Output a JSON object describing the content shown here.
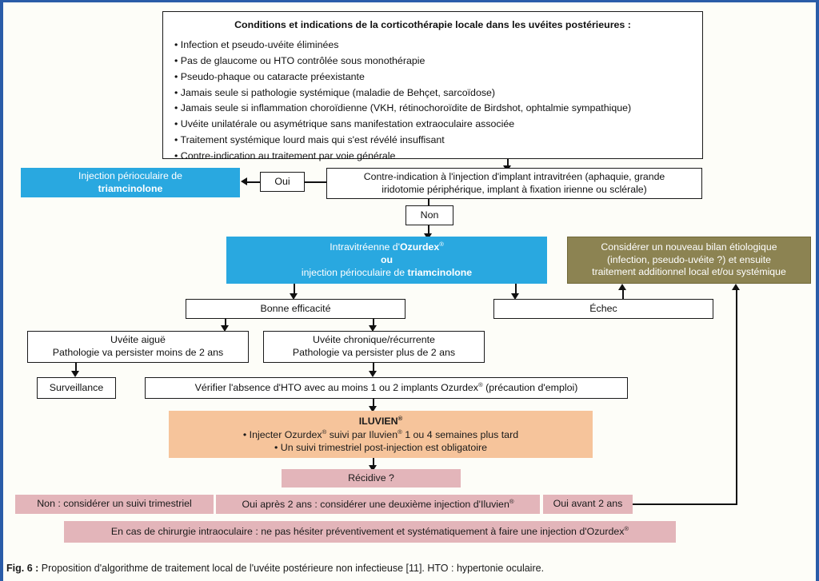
{
  "figure": {
    "number_label": "Fig. 6 :",
    "caption": "Proposition d'algorithme de traitement local de l'uvéite postérieure non infectieuse [11]. HTO : hypertonie oculaire."
  },
  "colors": {
    "blue": "#29a8e0",
    "khaki": "#8c8352",
    "peach": "#f6c49b",
    "pink": "#e3b5ba",
    "border": "#1a1a1a",
    "frame_blue": "#2a5ca8",
    "page_background": "#fdfdf8"
  },
  "conditions_box": {
    "title": "Conditions et indications de la corticothérapie locale dans les uvéites postérieures :",
    "bullets": [
      "• Infection et pseudo-uvéite éliminées",
      "• Pas de glaucome ou HTO contrôlée sous monothérapie",
      "• Pseudo-phaque ou cataracte préexistante",
      "• Jamais seule si pathologie systémique (maladie de Behçet, sarcoïdose)",
      "• Jamais seule si inflammation choroïdienne (VKH, rétinochoroïdite de Birdshot, ophtalmie sympathique)",
      "• Uvéite unilatérale ou asymétrique sans manifestation extraoculaire associée",
      "• Traitement systémique lourd mais qui s'est révélé insuffisant",
      "• Contre-indication au traitement par voie générale"
    ]
  },
  "nodes": {
    "periocular_injection": {
      "line1": "Injection périoculaire de",
      "line2": "triamcinolone"
    },
    "oui_decision": "Oui",
    "contraindication": {
      "line1": "Contre-indication à l'injection d'implant intravitréen (aphaquie, grande",
      "line2": "iridotomie périphérique, implant à fixation irienne ou sclérale)"
    },
    "non_decision": "Non",
    "ozurdex_box": {
      "line1_prefix": "Intravitréenne d'",
      "line1_bold": "Ozurdex",
      "line1_sup": "®",
      "line2": "ou",
      "line3_prefix": "injection périoculaire de ",
      "line3_bold": "triamcinolone"
    },
    "new_workup": {
      "line1": "Considérer un nouveau bilan étiologique",
      "line2": "(infection, pseudo-uvéite ?) et ensuite",
      "line3": "traitement additionnel local et/ou systémique"
    },
    "good_efficacy": "Bonne efficacité",
    "failure": "Échec",
    "acute_uveitis": {
      "line1": "Uvéite aiguë",
      "line2": "Pathologie va persister moins de 2 ans"
    },
    "chronic_uveitis": {
      "line1": "Uvéite chronique/récurrente",
      "line2": "Pathologie va persister plus de 2 ans"
    },
    "surveillance": "Surveillance",
    "verify_hto": {
      "prefix": "Vérifier l'absence d'HTO avec au moins 1 ou 2 implants Ozurdex",
      "sup": "®",
      "suffix": " (précaution d'emploi)"
    },
    "iluvien": {
      "title": "ILUVIEN",
      "title_sup": "®",
      "bullet1_a": "• Injecter Ozurdex",
      "bullet1_sup": "®",
      "bullet1_b": " suivi par Iluvien",
      "bullet1_sup2": "®",
      "bullet1_c": " 1 ou 4 semaines plus tard",
      "bullet2": "• Un suivi trimestriel post-injection est obligatoire"
    },
    "recurrence": "Récidive ?",
    "answer_no": "Non : considérer un suivi trimestriel",
    "answer_yes_after": {
      "text": "Oui après 2 ans :  considérer une deuxième injection d'Iluvien",
      "sup": "®"
    },
    "answer_yes_before": "Oui avant 2 ans",
    "surgery_note": {
      "text": "En cas de chirurgie intraoculaire : ne pas hésiter préventivement et systématiquement à faire une injection d'Ozurdex",
      "sup": "®"
    }
  }
}
